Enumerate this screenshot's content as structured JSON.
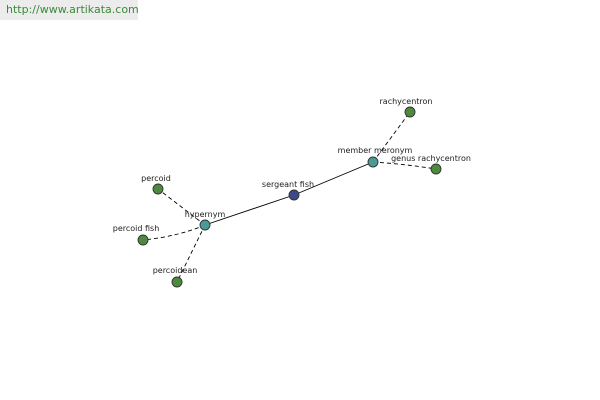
{
  "header": {
    "site_link": "http://www.artikata.com"
  },
  "graph": {
    "colors": {
      "center": "#3c4a8a",
      "relation": "#4a9a96",
      "leaf": "#4e8a3e"
    },
    "nodes": [
      {
        "id": "sergeant-fish",
        "label": "sergeant fish",
        "kind": "center"
      },
      {
        "id": "hypernym",
        "label": "hypernym",
        "kind": "relation"
      },
      {
        "id": "member-meronym",
        "label": "member meronym",
        "kind": "relation"
      },
      {
        "id": "percoid",
        "label": "percoid",
        "kind": "leaf"
      },
      {
        "id": "percoid-fish",
        "label": "percoid fish",
        "kind": "leaf"
      },
      {
        "id": "percoidean",
        "label": "percoidean",
        "kind": "leaf"
      },
      {
        "id": "rachycentron",
        "label": "rachycentron",
        "kind": "leaf"
      },
      {
        "id": "genus-rachycentron",
        "label": "genus rachycentron",
        "kind": "leaf"
      }
    ],
    "edges": [
      {
        "from": "sergeant-fish",
        "to": "hypernym",
        "style": "solid"
      },
      {
        "from": "sergeant-fish",
        "to": "member-meronym",
        "style": "solid"
      },
      {
        "from": "hypernym",
        "to": "percoid",
        "style": "dashed"
      },
      {
        "from": "hypernym",
        "to": "percoid-fish",
        "style": "dashed"
      },
      {
        "from": "hypernym",
        "to": "percoidean",
        "style": "dashed"
      },
      {
        "from": "member-meronym",
        "to": "rachycentron",
        "style": "dashed"
      },
      {
        "from": "member-meronym",
        "to": "genus-rachycentron",
        "style": "dashed"
      }
    ]
  }
}
